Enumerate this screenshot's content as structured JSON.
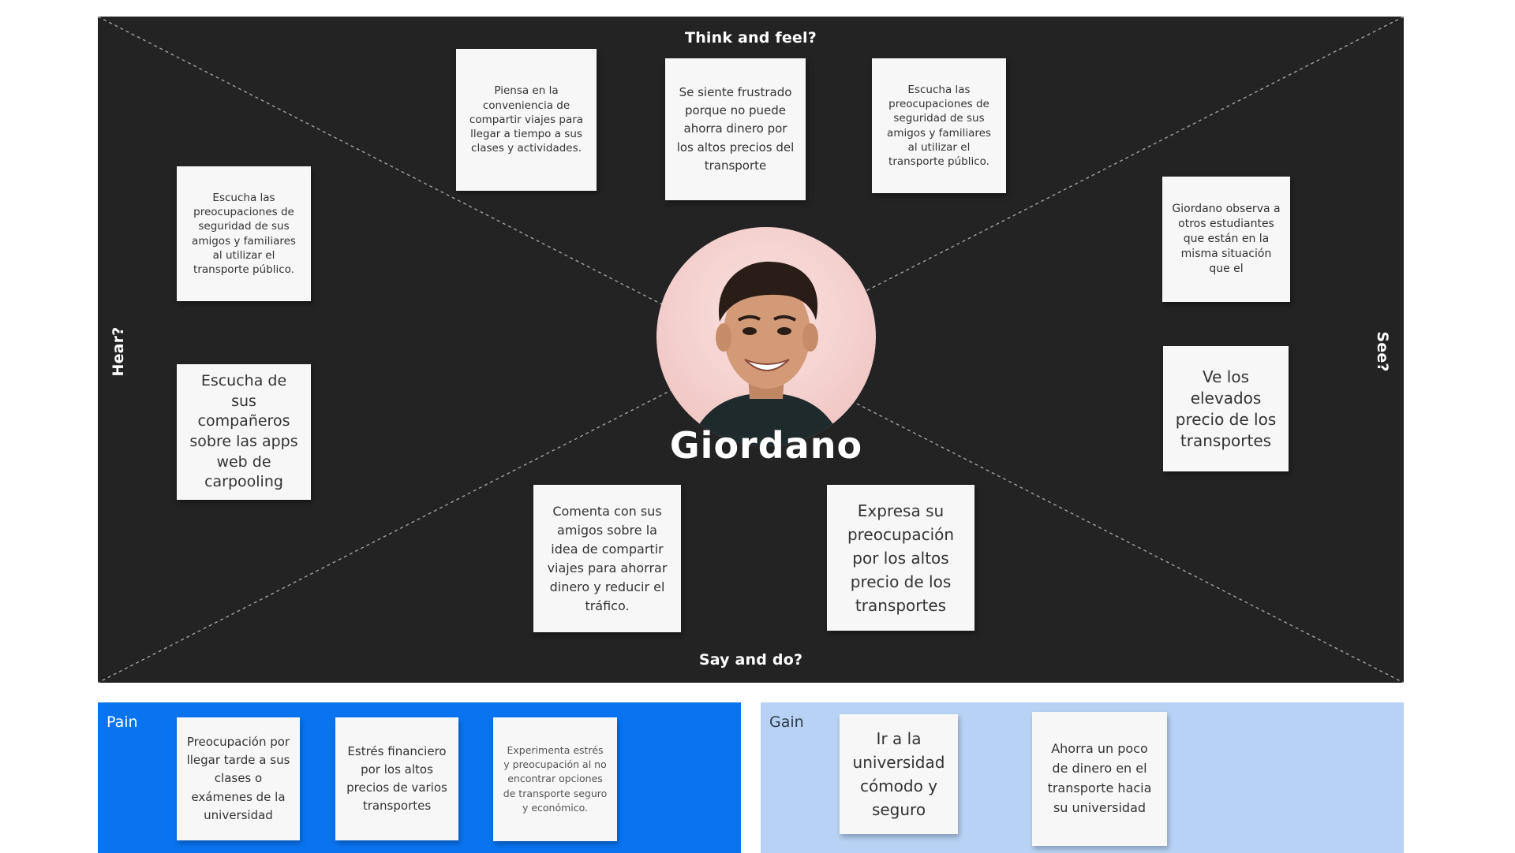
{
  "map": {
    "think_label": "Think and feel?",
    "say_label": "Say and do?",
    "hear_label": "Hear?",
    "see_label": "See?"
  },
  "persona": {
    "name": "Giordano",
    "photo_icon": "person-photo"
  },
  "think_notes": [
    "Piensa en la conveniencia de compartir viajes para llegar a tiempo a sus clases y actividades.",
    "Se siente frustrado porque no puede ahorra dinero por los altos precios del transporte",
    "Escucha las preocupaciones de seguridad de sus amigos y familiares al utilizar el transporte público."
  ],
  "hear_notes": [
    "Escucha las preocupaciones de seguridad de sus amigos y familiares al utilizar el transporte público.",
    "Escucha de sus compañeros sobre las apps web de carpooling"
  ],
  "see_notes": [
    "Giordano observa a otros estudiantes que están en la misma situación que el",
    "Ve los elevados precio de los transportes"
  ],
  "say_notes": [
    "Comenta con sus amigos sobre la idea de compartir viajes para ahorrar dinero y reducir el tráfico.",
    "Expresa su preocupación por los altos precio de los transportes"
  ],
  "pain": {
    "label": "Pain",
    "notes": [
      "Preocupación por llegar tarde a sus clases o exámenes de la universidad",
      "Estrés financiero por los altos precios de varios transportes",
      "Experimenta estrés y preocupación al no encontrar opciones de transporte seguro y económico."
    ]
  },
  "gain": {
    "label": "Gain",
    "notes": [
      "Ir a la universidad cómodo y seguro",
      "Ahorra un poco de dinero en el transporte hacia su universidad"
    ]
  },
  "colors": {
    "board": "#232323",
    "pain": "#0a73ef",
    "gain": "#b7d2f4",
    "note": "#f7f7f7"
  }
}
